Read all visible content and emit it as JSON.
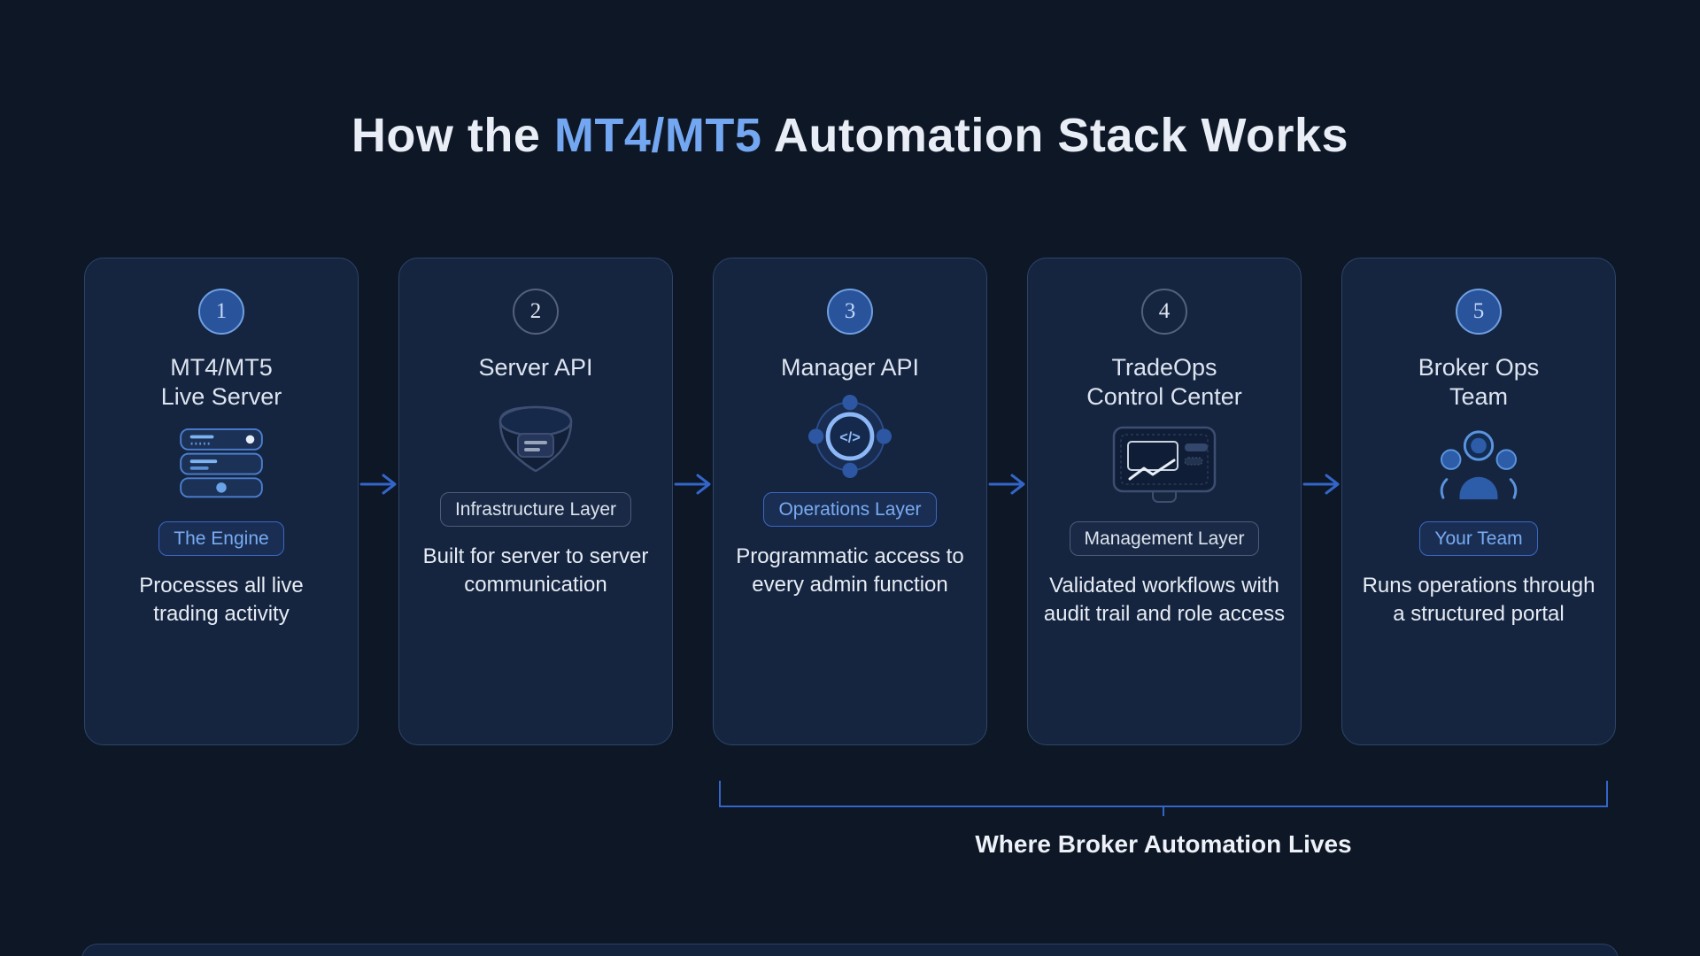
{
  "title": {
    "prefix": "How the ",
    "accent": "MT4/MT5",
    "suffix": " Automation Stack Works"
  },
  "cards": [
    {
      "number": "1",
      "style": "accent",
      "title_line1": "MT4/MT5",
      "title_line2": "Live Server",
      "icon": "server-stack-icon",
      "badge": "The Engine",
      "description": "Processes all live trading activity"
    },
    {
      "number": "2",
      "style": "neutral",
      "title_line1": "Server API",
      "title_line2": "",
      "icon": "infrastructure-bucket-icon",
      "badge": "Infrastructure Layer",
      "description": "Built for server to server communication"
    },
    {
      "number": "3",
      "style": "accent",
      "title_line1": "Manager API",
      "title_line2": "",
      "icon": "code-node-icon",
      "badge": "Operations Layer",
      "description": "Programmatic access to every admin function"
    },
    {
      "number": "4",
      "style": "neutral",
      "title_line1": "TradeOps",
      "title_line2": "Control Center",
      "icon": "monitor-dashboard-icon",
      "badge": "Management Layer",
      "description": "Validated workflows with audit trail and role access"
    },
    {
      "number": "5",
      "style": "accent",
      "title_line1": "Broker Ops",
      "title_line2": "Team",
      "icon": "team-icon",
      "badge": "Your Team",
      "description": "Runs operations through a structured portal"
    }
  ],
  "bracket": {
    "label": "Where Broker Automation Lives"
  },
  "icons": {
    "code_glyph": "</>"
  },
  "colors": {
    "background": "#0d1726",
    "card_background": "#152540",
    "card_border": "#2e4468",
    "accent_text": "#74a7f1",
    "arrow_blue": "#3465c8",
    "badge_blue_text": "#78abf2",
    "body_text": "#e7ecf4"
  }
}
